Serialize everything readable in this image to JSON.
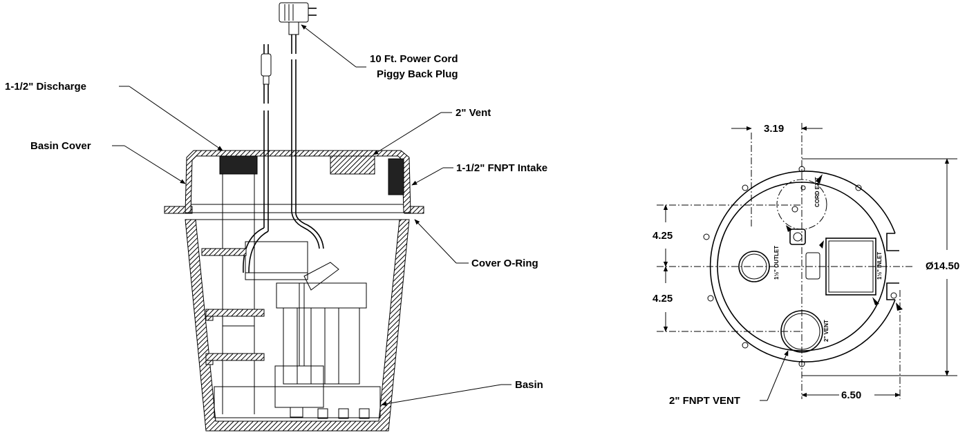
{
  "left_labels": {
    "discharge": "1-1/2\" Discharge",
    "basin_cover": "Basin Cover",
    "power_cord_line1": "10 Ft. Power Cord",
    "power_cord_line2": "Piggy Back Plug",
    "vent": "2\" Vent",
    "intake": "1-1/2\" FNPT Intake",
    "o_ring": "Cover O-Ring",
    "basin": "Basin"
  },
  "right_labels": {
    "dim_top": "3.19",
    "dim_upper": "4.25",
    "dim_lower": "4.25",
    "dim_bottom": "6.50",
    "diameter": "Ø14.50",
    "fnpt_vent": "2\" FNPT VENT",
    "cord_exit": "CORD EXIT",
    "outlet": "1½\" OUTLET",
    "inlet": "1½\" INLET",
    "vent_small": "2\" VENT"
  }
}
